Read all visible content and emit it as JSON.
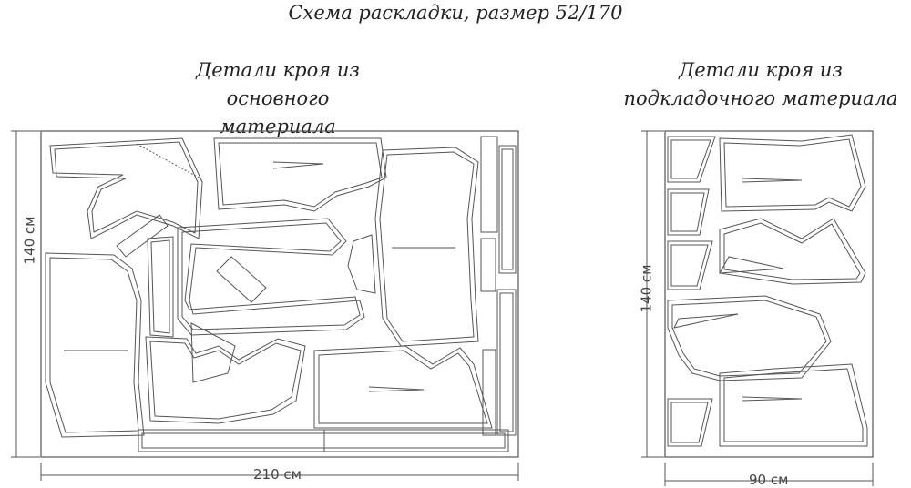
{
  "title": "Схема раскладки, размер 52/170",
  "main_fabric": {
    "label": "Детали кроя из основного материала",
    "height_label": "140 см",
    "width_label": "210 см"
  },
  "lining_fabric": {
    "label": "Детали кроя из подкладочного материала",
    "height_label": "140 см",
    "width_label": "90 см"
  },
  "colors": {
    "line": "#555555",
    "bg": "#ffffff"
  }
}
